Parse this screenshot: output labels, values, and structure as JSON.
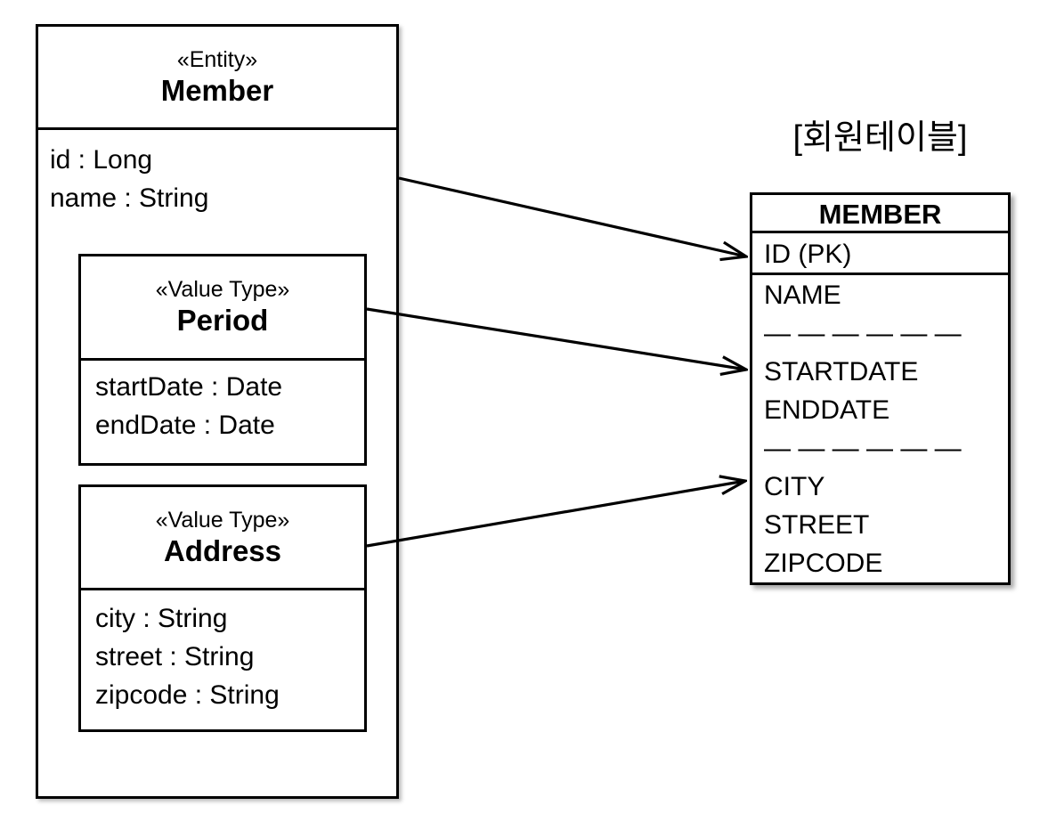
{
  "entity_box": {
    "stereotype": "«Entity»",
    "name": "Member",
    "attributes": [
      "id : Long",
      "name : String"
    ]
  },
  "period_box": {
    "stereotype": "«Value Type»",
    "name": "Period",
    "attributes": [
      "startDate : Date",
      "endDate : Date"
    ]
  },
  "address_box": {
    "stereotype": "«Value Type»",
    "name": "Address",
    "attributes": [
      "city : String",
      "street : String",
      "zipcode : String"
    ]
  },
  "table": {
    "title": "[회원테이블]",
    "header": "MEMBER",
    "pk_row": "ID (PK)",
    "body_rows": [
      "NAME",
      "— — — — — —",
      "STARTDATE",
      "ENDDATE",
      "— — — — — —",
      "CITY",
      "STREET",
      "ZIPCODE"
    ]
  },
  "colors": {
    "line": "#000000",
    "background": "#ffffff"
  }
}
